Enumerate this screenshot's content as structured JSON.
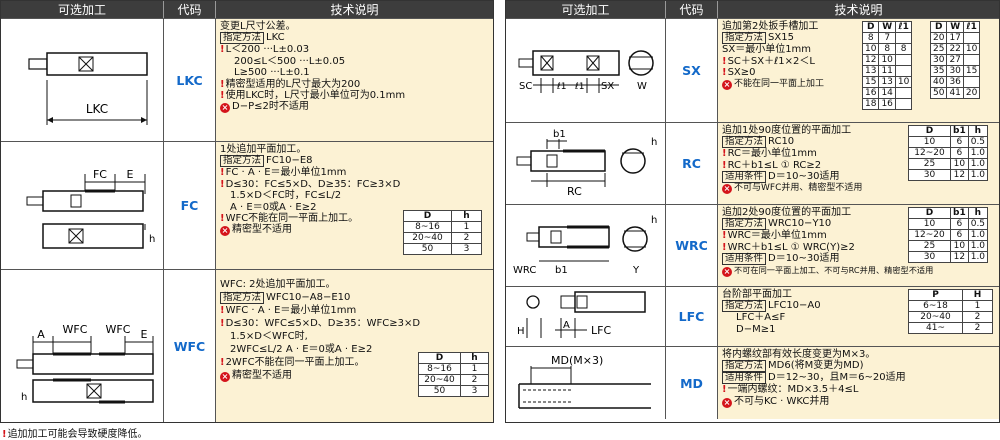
{
  "left": {
    "headers": {
      "option": "可选加工",
      "code": "代码",
      "desc": "技术说明"
    },
    "rows": [
      {
        "code": "LKC",
        "dim_label": "LKC",
        "lines": [
          "变更L尺寸公差。"
        ],
        "method_tag": "指定方法",
        "method_value": "LKC",
        "specs": [
          "L＜200      ···L±0.03",
          "200≤L＜500 ···L±0.05",
          "L≥500      ···L±0.1"
        ],
        "notes": [
          "精密型适用的L尺寸最大为200",
          "使用LKC时，L尺寸最小单位可为0.1mm"
        ],
        "ng": "D−P≤2时不适用"
      },
      {
        "code": "FC",
        "dim_fc": "FC",
        "dim_e": "E",
        "dim_h": "h",
        "lines": [
          "1处追加平面加工。"
        ],
        "method_tag": "指定方法",
        "method_value": "FC10−E8",
        "notes": [
          "FC · A · E＝最小单位1mm",
          "D≤30：FC≤5×D、D≥35：FC≥3×D"
        ],
        "extra": [
          "1.5×D＜FC时，FC≤L/2",
          "A · E＝0或A · E≥2"
        ],
        "notes2": [
          "WFC不能在同一平面上加工。"
        ],
        "ng": "精密型不适用",
        "table": {
          "header": [
            "D",
            "h"
          ],
          "rows": [
            [
              "8~16",
              "1"
            ],
            [
              "20~40",
              "2"
            ],
            [
              "50",
              "3"
            ]
          ]
        }
      },
      {
        "code": "WFC",
        "dim_a": "A",
        "dim_wfc1": "WFC",
        "dim_wfc2": "WFC",
        "dim_e": "E",
        "dim_h": "h",
        "lines": [
          "WFC: 2处追加平面加工。"
        ],
        "method_tag": "指定方法",
        "method_value": "WFC10−A8−E10",
        "notes": [
          "WFC · A · E＝最小单位1mm",
          "D≤30：WFC≤5×D、D≥35：WFC≥3×D"
        ],
        "extra": [
          "1.5×D＜WFC时,"
        ],
        "notes2": [
          "2WFC≤L/2 A · E＝0或A · E≥2",
          "2WFC不能在同一平面上加工。"
        ],
        "ng": "精密型不适用",
        "table": {
          "header": [
            "D",
            "h"
          ],
          "rows": [
            [
              "8~16",
              "1"
            ],
            [
              "20~40",
              "2"
            ],
            [
              "50",
              "3"
            ]
          ]
        }
      }
    ]
  },
  "right": {
    "headers": {
      "option": "可选加工",
      "code": "代码",
      "desc": "技术说明"
    },
    "rows": [
      {
        "code": "SX",
        "dims": [
          "SC",
          "ℓ1",
          "ℓ1",
          "SX",
          "W"
        ],
        "lines": [
          "追加第2处扳手槽加工"
        ],
        "method_tag": "指定方法",
        "method_value": "SX15",
        "lines2": [
          "SX＝最小单位1mm"
        ],
        "notes": [
          "SC＋SX＋ℓ1×2＜L",
          "SX≥0"
        ],
        "ng": "不能在同一平面上加工",
        "table1": {
          "header": [
            "D",
            "W",
            "ℓ1"
          ],
          "rows": [
            [
              "8",
              "7",
              ""
            ],
            [
              "10",
              "8",
              "8"
            ],
            [
              "12",
              "10",
              ""
            ],
            [
              "13",
              "11",
              ""
            ],
            [
              "15",
              "13",
              "10"
            ],
            [
              "16",
              "14",
              ""
            ],
            [
              "18",
              "16",
              ""
            ]
          ]
        },
        "table2": {
          "header": [
            "D",
            "W",
            "ℓ1"
          ],
          "rows": [
            [
              "20",
              "17",
              ""
            ],
            [
              "25",
              "22",
              "10"
            ],
            [
              "30",
              "27",
              ""
            ],
            [
              "35",
              "30",
              "15"
            ],
            [
              "40",
              "36",
              ""
            ],
            [
              "50",
              "41",
              "20"
            ]
          ]
        }
      },
      {
        "code": "RC",
        "dims": [
          "b1",
          "RC",
          "h"
        ],
        "lines": [
          "追加1处90度位置的平面加工"
        ],
        "method_tag": "指定方法",
        "method_value": "RC10",
        "notes": [
          "RC＝最小单位1mm",
          "RC＋b1≤L  ① RC≥2"
        ],
        "cond_tag": "适用条件",
        "cond_value": "D＝10~30适用",
        "ng": "不可与WFC并用、精密型不适用",
        "table": {
          "header": [
            "D",
            "b1",
            "h"
          ],
          "rows": [
            [
              "10",
              "6",
              "0.5"
            ],
            [
              "12~20",
              "6",
              "1.0"
            ],
            [
              "25",
              "10",
              "1.0"
            ],
            [
              "30",
              "12",
              "1.0"
            ]
          ]
        }
      },
      {
        "code": "WRC",
        "dims": [
          "WRC",
          "b1",
          "h",
          "Y"
        ],
        "lines": [
          "追加2处90度位置的平面加工"
        ],
        "method_tag": "指定方法",
        "method_value": "WRC10−Y10",
        "notes": [
          "WRC＝最小单位1mm",
          "WRC＋b1≤L  ① WRC(Y)≥2"
        ],
        "cond_tag": "适用条件",
        "cond_value": "D＝10~30适用",
        "ng": "不可在同一平面上加工、不可与RC并用、精密型不适用",
        "table": {
          "header": [
            "D",
            "b1",
            "h"
          ],
          "rows": [
            [
              "10",
              "6",
              "0.5"
            ],
            [
              "12~20",
              "6",
              "1.0"
            ],
            [
              "25",
              "10",
              "1.0"
            ],
            [
              "30",
              "12",
              "1.0"
            ]
          ]
        }
      },
      {
        "code": "LFC",
        "dims": [
          "H",
          "A",
          "LFC"
        ],
        "lines": [
          "台阶部平面加工"
        ],
        "method_tag": "指定方法",
        "method_value": "LFC10−A0",
        "plain": [
          "LFC＋A≤F",
          "D−M≥1"
        ],
        "table": {
          "header": [
            "P",
            "H"
          ],
          "rows": [
            [
              "6~18",
              "1"
            ],
            [
              "20~40",
              "2"
            ],
            [
              "41~",
              "2"
            ]
          ]
        }
      },
      {
        "code": "MD",
        "dim_label": "MD(M×3)",
        "lines": [
          "将内螺纹部有效长度变更为M×3。"
        ],
        "method_tag": "指定方法",
        "method_value": "MD6(将M变更为MD)",
        "cond_tag": "适用条件",
        "cond_value": "D＝12~30，且M＝6~20适用",
        "notes": [
          "一端内螺纹：MD×3.5＋4≤L"
        ],
        "ng": "不可与KC · WKC并用"
      }
    ]
  },
  "footnote": "追加加工可能会导致硬度降低。"
}
